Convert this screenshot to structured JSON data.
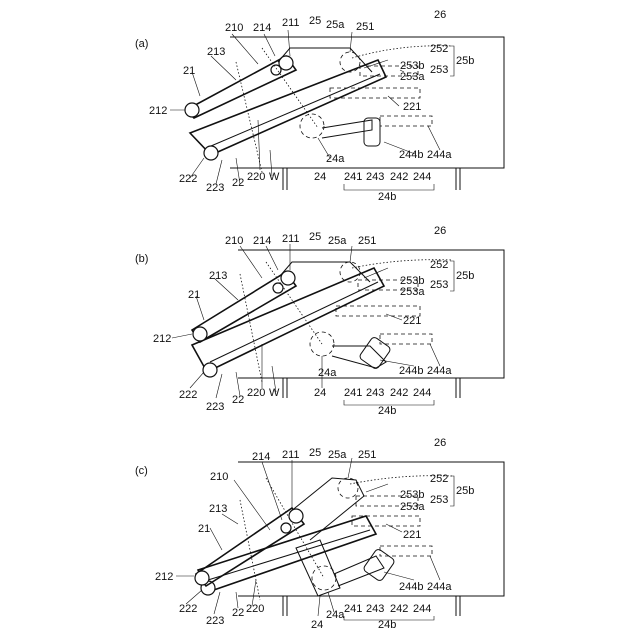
{
  "panels": [
    {
      "id": "a",
      "label": "(a)"
    },
    {
      "id": "b",
      "label": "(b)"
    },
    {
      "id": "c",
      "label": "(c)"
    }
  ],
  "labels": {
    "l21": "21",
    "l22": "22",
    "l24": "24",
    "l24a": "24a",
    "l24b": "24b",
    "l25": "25",
    "l25a": "25a",
    "l25b": "25b",
    "l26": "26",
    "l210": "210",
    "l211": "211",
    "l212": "212",
    "l213": "213",
    "l214": "214",
    "l220": "220",
    "l221": "221",
    "l222": "222",
    "l223": "223",
    "l241": "241",
    "l242": "242",
    "l243": "243",
    "l244": "244",
    "l244a": "244a",
    "l244b": "244b",
    "l251": "251",
    "l252": "252",
    "l253": "253",
    "l253a": "253a",
    "l253b": "253b",
    "lW": "W"
  }
}
